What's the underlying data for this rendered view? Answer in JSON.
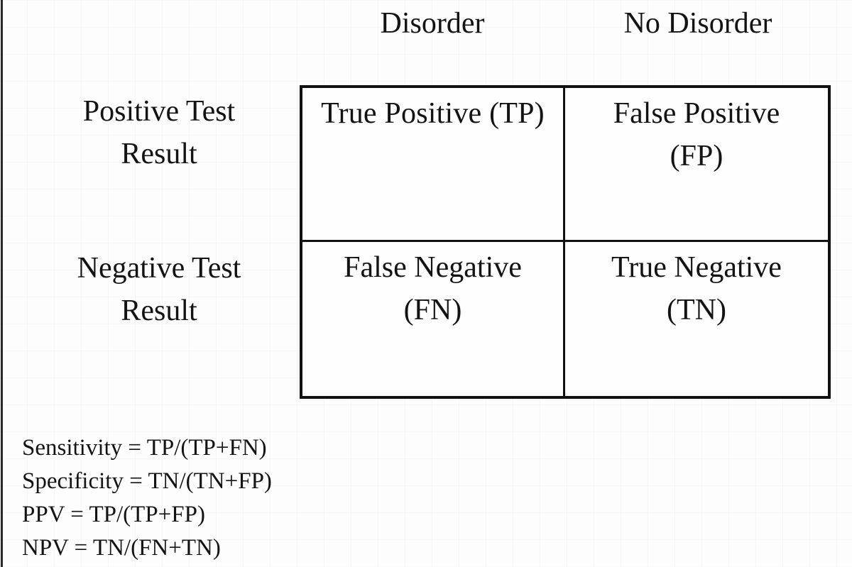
{
  "figure": {
    "type": "confusion-matrix",
    "columns": [
      {
        "id": "disorder",
        "label": "Disorder"
      },
      {
        "id": "no-disorder",
        "label": "No Disorder"
      }
    ],
    "rows": [
      {
        "id": "positive",
        "label_line1": "Positive Test",
        "label_line2": "Result"
      },
      {
        "id": "negative",
        "label_line1": "Negative Test",
        "label_line2": "Result"
      }
    ],
    "cells": {
      "tp": {
        "line1": "True Positive (TP)",
        "line2": ""
      },
      "fp": {
        "line1": "False Positive",
        "line2": "(FP)"
      },
      "fn": {
        "line1": "False Negative",
        "line2": "(FN)"
      },
      "tn": {
        "line1": "True Negative",
        "line2": "(TN)"
      }
    },
    "formulas": [
      "Sensitivity = TP/(TP+FN)",
      "Specificity = TN/(TN+FP)",
      "PPV = TP/(TP+FP)",
      "NPV = TN/(FN+TN)"
    ],
    "colors": {
      "background": "#fdfdfd",
      "text": "#131313",
      "border": "#111111",
      "scan_edge": "#2a2a2a"
    }
  }
}
